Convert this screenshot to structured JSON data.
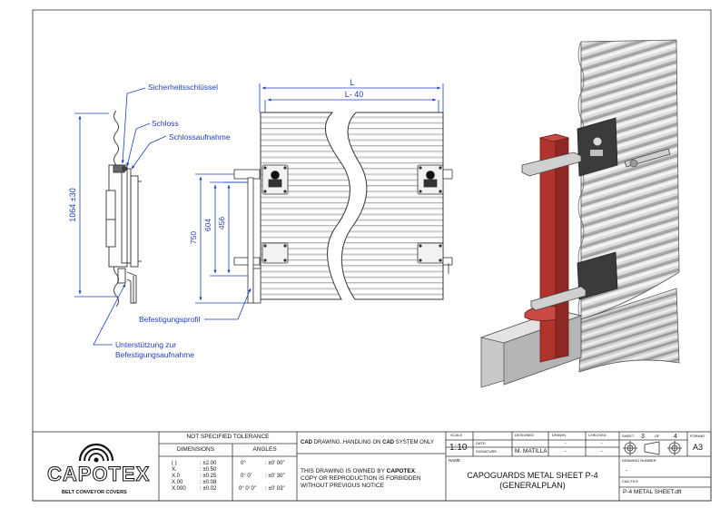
{
  "drawing": {
    "labels": {
      "sicherheitsschluessel": "Sicherheitsschlüssel",
      "schloss": "Schloss",
      "schlossaufnahme": "Schlossaufnahme",
      "befestigungsprofil": "Befestigungsprofil",
      "unterstuetzung_line1": "Unterstützung zur",
      "unterstuetzung_line2": "Befestigungsaufnahme"
    },
    "dimensions": {
      "height_side": "1064 ±30",
      "length": "L",
      "length_minus": "L- 40",
      "d750": "750",
      "d604": "604",
      "d456": "456"
    }
  },
  "title_block": {
    "tolerance": {
      "header": "NOT SPECIFIED TOLERANCE",
      "dimensions_header": "DIMENSIONS",
      "angles_header": "ANGLES",
      "dim_rows": [
        {
          "k": "( )",
          "v": ": ±2.00"
        },
        {
          "k": "X.",
          "v": ": ±0.50"
        },
        {
          "k": "X.0",
          "v": ": ±0.25"
        },
        {
          "k": "X.00",
          "v": ": ±0.08"
        },
        {
          "k": "X.000",
          "v": ": ±0.02"
        }
      ],
      "angle_rows": [
        {
          "k": "0°",
          "v": ": ±0' 00\""
        },
        {
          "k": "0° 0'",
          "v": ": ±0' 30\""
        },
        {
          "k": "0° 0' 0\"",
          "v": ": ±0' 03\""
        }
      ]
    },
    "cad_note_pre": "CAD",
    "cad_note_mid": " DRAWING. HANDLING ON ",
    "cad_note_cad2": "CAD",
    "cad_note_post": " SYSTEM ONLY",
    "ownership_pre": "THIS DRAWING IS OWNED BY ",
    "ownership_brand": "CAPOTEX",
    "ownership_rest1": ".",
    "ownership_line2": "COPY OR REPRODUCTION IS FORBIDDEN",
    "ownership_line3": "WITHOUT PREVIOUS NOTICE",
    "scale_label": "SCALE",
    "scale_value": "1:10",
    "date_label": "DATE",
    "signature_label": "SIGNATURE",
    "designed_label": "DESIGNED",
    "drawn_label": "DRAWN",
    "checked_label": "CHECKED",
    "designer_name": "M. MATILLA",
    "drawn_value": "-",
    "checked_value": "-",
    "date_drawn": "-",
    "date_checked": "-",
    "sheet_label": "SHEET",
    "sheet_value": "3",
    "of_label": "OF",
    "of_value": "4",
    "format_label": "FORMAT",
    "format_value": "A3",
    "name_label": "NAME",
    "title_line1": "CAPOGUARDS METAL SHEET P-4",
    "title_line2": "(GENERALPLAN)",
    "drawing_number_label": "DRAWING NUMBER",
    "drawing_number_value": "-",
    "cad_file_label": "CAD FILE",
    "cad_file_value": "P-4 METAL SHEET.dft",
    "logo_text": "CAPOTEX",
    "logo_sub": "BELT CONVEYOR COVERS"
  },
  "colors": {
    "leader_blue": "#1f3fbf",
    "post_red": "#b0332c",
    "sheet_grey": "#d4d4d4"
  }
}
